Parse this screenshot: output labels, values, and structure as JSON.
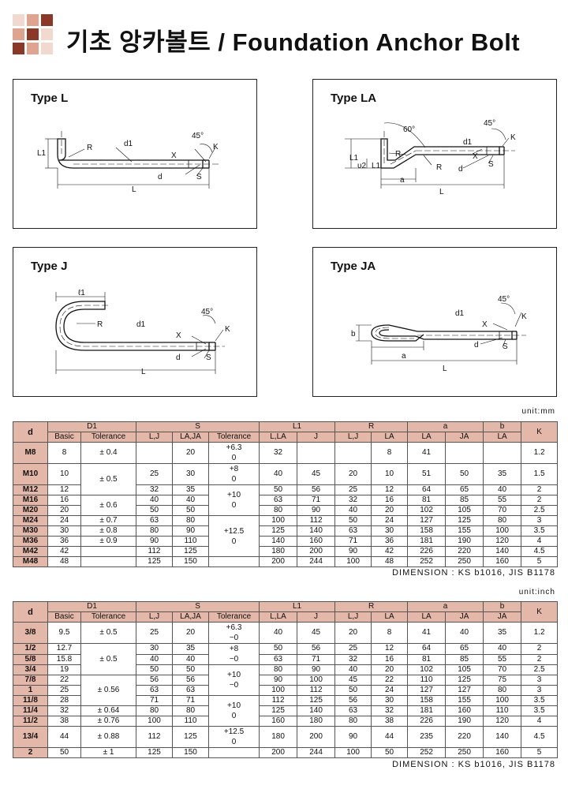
{
  "title": "기초 앙카볼트 / Foundation Anchor Bolt",
  "logo_colors": [
    "#f2d9d0",
    "#e0a48e",
    "#8c3826",
    "#e0a48e",
    "#8c3826",
    "#f2d9d0",
    "#8c3826",
    "#e0a48e",
    "#f2d9d0"
  ],
  "panels": {
    "type_l": {
      "title": "Type L",
      "labels": {
        "l1": "L1",
        "r": "R",
        "d1": "d1",
        "angle": "45°",
        "k": "K",
        "x": "X",
        "d": "d",
        "s": "S",
        "l": "L"
      }
    },
    "type_la": {
      "title": "Type LA",
      "labels": {
        "angle60": "60°",
        "angle45": "45°",
        "k": "K",
        "d1": "d1",
        "r1": "R",
        "x": "X",
        "l1": "L1",
        "l2": "υ2",
        "l1b": "L1",
        "r2": "R",
        "d": "d",
        "s": "S",
        "a": "a",
        "l": "L"
      }
    },
    "type_j": {
      "title": "Type J",
      "labels": {
        "l1": "ℓ1",
        "r": "R",
        "d1": "d1",
        "angle": "45°",
        "x": "X",
        "k": "K",
        "d": "d",
        "s": "S",
        "l": "L"
      }
    },
    "type_ja": {
      "title": "Type JA",
      "labels": {
        "angle": "45°",
        "d1": "d1",
        "x": "X",
        "k": "K",
        "b": "b",
        "d": "d",
        "s": "S",
        "a": "a",
        "l": "L"
      }
    }
  },
  "table_mm": {
    "unit": "unit:mm",
    "header_top": [
      "d",
      "D1",
      "S",
      "L1",
      "R",
      "a",
      "b",
      "K"
    ],
    "header_sub": [
      "Basic",
      "Tolerance",
      "L,J",
      "LA,JA",
      "Tolerance",
      "L,LA",
      "J",
      "L,J",
      "LA",
      "LA",
      "JA",
      "LA"
    ],
    "tol_d1": [
      "± 0.4",
      "± 0.5",
      "± 0.6",
      "± 0.7",
      "± 0.8",
      "± 0.9"
    ],
    "tol_s": [
      "+6.3\n0",
      "+8\n0",
      "+10\n0",
      "+12.5\n0"
    ],
    "rows": [
      {
        "d": "M8",
        "basic": "8",
        "slj": "",
        "slaja": "20",
        "l1lla": "32",
        "l1j": "",
        "rlj": "",
        "rla": "8",
        "ala": "41",
        "aja": "",
        "b": "",
        "k": "1.2"
      },
      {
        "d": "M10",
        "basic": "10",
        "slj": "25",
        "slaja": "30",
        "l1lla": "40",
        "l1j": "45",
        "rlj": "20",
        "rla": "10",
        "ala": "51",
        "aja": "50",
        "b": "35",
        "k": "1.5"
      },
      {
        "d": "M12",
        "basic": "12",
        "slj": "32",
        "slaja": "35",
        "l1lla": "50",
        "l1j": "56",
        "rlj": "25",
        "rla": "12",
        "ala": "64",
        "aja": "65",
        "b": "40",
        "k": "2"
      },
      {
        "d": "M16",
        "basic": "16",
        "slj": "40",
        "slaja": "40",
        "l1lla": "63",
        "l1j": "71",
        "rlj": "32",
        "rla": "16",
        "ala": "81",
        "aja": "85",
        "b": "55",
        "k": "2"
      },
      {
        "d": "M20",
        "basic": "20",
        "slj": "50",
        "slaja": "50",
        "l1lla": "80",
        "l1j": "90",
        "rlj": "40",
        "rla": "20",
        "ala": "102",
        "aja": "105",
        "b": "70",
        "k": "2.5"
      },
      {
        "d": "M24",
        "basic": "24",
        "slj": "63",
        "slaja": "80",
        "l1lla": "100",
        "l1j": "112",
        "rlj": "50",
        "rla": "24",
        "ala": "127",
        "aja": "125",
        "b": "80",
        "k": "3"
      },
      {
        "d": "M30",
        "basic": "30",
        "slj": "80",
        "slaja": "90",
        "l1lla": "125",
        "l1j": "140",
        "rlj": "63",
        "rla": "30",
        "ala": "158",
        "aja": "155",
        "b": "100",
        "k": "3.5"
      },
      {
        "d": "M36",
        "basic": "36",
        "slj": "90",
        "slaja": "110",
        "l1lla": "140",
        "l1j": "160",
        "rlj": "71",
        "rla": "36",
        "ala": "181",
        "aja": "190",
        "b": "120",
        "k": "4"
      },
      {
        "d": "M42",
        "basic": "42",
        "slj": "112",
        "slaja": "125",
        "l1lla": "180",
        "l1j": "200",
        "rlj": "90",
        "rla": "42",
        "ala": "226",
        "aja": "220",
        "b": "140",
        "k": "4.5"
      },
      {
        "d": "M48",
        "basic": "48",
        "slj": "125",
        "slaja": "150",
        "l1lla": "200",
        "l1j": "244",
        "rlj": "100",
        "rla": "48",
        "ala": "252",
        "aja": "250",
        "b": "160",
        "k": "5"
      }
    ],
    "footer": "DIMENSION : KS b1016, JIS B1178"
  },
  "table_inch": {
    "unit": "unit:inch",
    "header_top": [
      "d",
      "D1",
      "S",
      "L1",
      "R",
      "a",
      "b",
      "K"
    ],
    "header_sub": [
      "Basic",
      "Tolerance",
      "L,J",
      "LA,JA",
      "Tolerance",
      "L,LA",
      "J",
      "L,J",
      "LA",
      "LA",
      "JA",
      "JA"
    ],
    "tol_d1": [
      "± 0.5",
      "± 0.5",
      "± 0.56",
      "± 0.64",
      "± 0.76",
      "± 0.88",
      "± 1"
    ],
    "tol_s": [
      "+6.3\n−0",
      "+8\n−0",
      "+10\n−0",
      "+10\n0",
      "+12.5\n0"
    ],
    "rows": [
      {
        "d": "3/8",
        "basic": "9.5",
        "slj": "25",
        "slaja": "20",
        "l1lla": "40",
        "l1j": "45",
        "rlj": "20",
        "rla": "8",
        "ala": "41",
        "aja": "40",
        "b": "35",
        "k": "1.2"
      },
      {
        "d": "1/2",
        "basic": "12.7",
        "slj": "30",
        "slaja": "35",
        "l1lla": "50",
        "l1j": "56",
        "rlj": "25",
        "rla": "12",
        "ala": "64",
        "aja": "65",
        "b": "40",
        "k": "2"
      },
      {
        "d": "5/8",
        "basic": "15.8",
        "slj": "40",
        "slaja": "40",
        "l1lla": "63",
        "l1j": "71",
        "rlj": "32",
        "rla": "16",
        "ala": "81",
        "aja": "85",
        "b": "55",
        "k": "2"
      },
      {
        "d": "3/4",
        "basic": "19",
        "slj": "50",
        "slaja": "50",
        "l1lla": "80",
        "l1j": "90",
        "rlj": "40",
        "rla": "20",
        "ala": "102",
        "aja": "105",
        "b": "70",
        "k": "2.5"
      },
      {
        "d": "7/8",
        "basic": "22",
        "slj": "56",
        "slaja": "56",
        "l1lla": "90",
        "l1j": "100",
        "rlj": "45",
        "rla": "22",
        "ala": "110",
        "aja": "125",
        "b": "75",
        "k": "3"
      },
      {
        "d": "1",
        "basic": "25",
        "slj": "63",
        "slaja": "63",
        "l1lla": "100",
        "l1j": "112",
        "rlj": "50",
        "rla": "24",
        "ala": "127",
        "aja": "127",
        "b": "80",
        "k": "3"
      },
      {
        "d": "11/8",
        "basic": "28",
        "slj": "71",
        "slaja": "71",
        "l1lla": "112",
        "l1j": "125",
        "rlj": "56",
        "rla": "30",
        "ala": "158",
        "aja": "155",
        "b": "100",
        "k": "3.5"
      },
      {
        "d": "11/4",
        "basic": "32",
        "slj": "80",
        "slaja": "80",
        "l1lla": "125",
        "l1j": "140",
        "rlj": "63",
        "rla": "32",
        "ala": "181",
        "aja": "160",
        "b": "110",
        "k": "3.5"
      },
      {
        "d": "11/2",
        "basic": "38",
        "slj": "100",
        "slaja": "110",
        "l1lla": "160",
        "l1j": "180",
        "rlj": "80",
        "rla": "38",
        "ala": "226",
        "aja": "190",
        "b": "120",
        "k": "4"
      },
      {
        "d": "13/4",
        "basic": "44",
        "slj": "112",
        "slaja": "125",
        "l1lla": "180",
        "l1j": "200",
        "rlj": "90",
        "rla": "44",
        "ala": "235",
        "aja": "220",
        "b": "140",
        "k": "4.5"
      },
      {
        "d": "2",
        "basic": "50",
        "slj": "125",
        "slaja": "150",
        "l1lla": "200",
        "l1j": "244",
        "rlj": "100",
        "rla": "50",
        "ala": "252",
        "aja": "250",
        "b": "160",
        "k": "5"
      }
    ],
    "footer": "DIMENSION : KS b1016, JIS B1178"
  }
}
